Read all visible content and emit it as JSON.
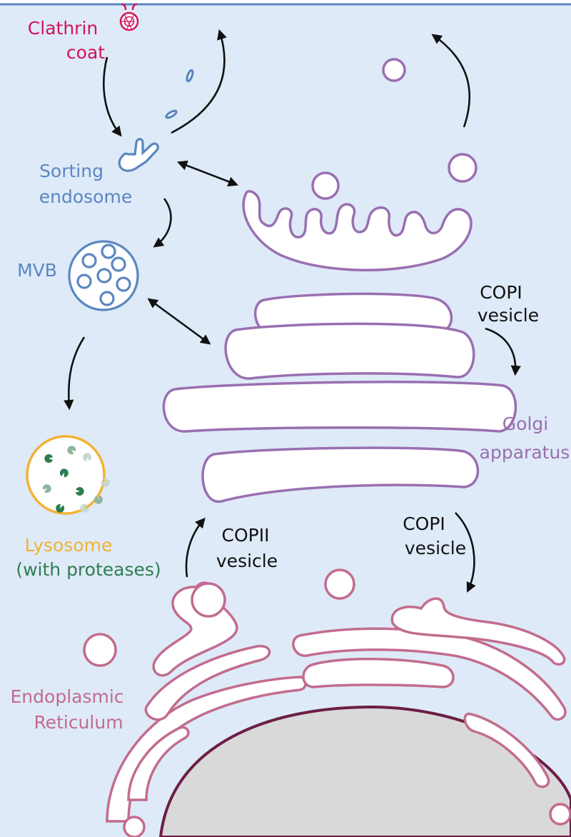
{
  "labels": {
    "clathrin": [
      "Clathrin",
      "coat"
    ],
    "sorting_endosome": [
      "Sorting",
      "endosome"
    ],
    "mvb": "MVB",
    "lysosome": "Lysosome",
    "lysosome_note": "(with proteases)",
    "copi_top": [
      "COPI",
      "vesicle"
    ],
    "golgi": [
      "Golgi",
      "apparatus"
    ],
    "copii": [
      "COPII",
      "vesicle"
    ],
    "copi_bottom": [
      "COPI",
      "vesicle"
    ],
    "er": [
      "Endoplasmic",
      "Reticulum"
    ]
  },
  "colors": {
    "cytoplasm": "#deeaf8",
    "plasma_membrane": "#5a86c2",
    "clathrin": "#d4145a",
    "endosome": "#5b87c0",
    "golgi": "#9a6fb0",
    "lysosome": "#f2b233",
    "protease": "#2e7d4f",
    "er": "#c26c8e",
    "nucleus": "#d9d9d9",
    "nuclear_envelope": "#6d1e45",
    "text_dark": "#111111"
  }
}
